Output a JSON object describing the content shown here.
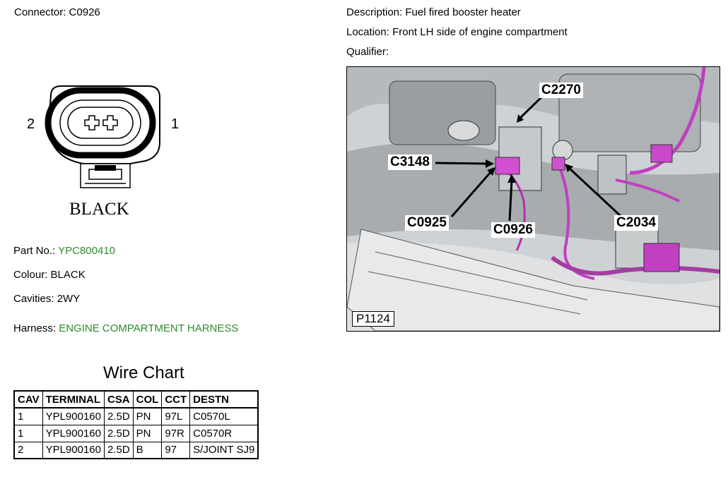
{
  "header": {
    "connector_label": "Connector:",
    "connector_value": "C0926",
    "description_label": "Description:",
    "description_value": "Fuel fired booster heater",
    "location_label": "Location:",
    "location_value": "Front LH side of engine compartment",
    "qualifier_label": "Qualifier:"
  },
  "connector": {
    "pin_left": "2",
    "pin_right": "1",
    "color_caption": "BLACK"
  },
  "details": {
    "part_label": "Part No.:",
    "part_value": "YPC800410",
    "colour_label": "Colour:",
    "colour_value": "BLACK",
    "cavities_label": "Cavities:",
    "cavities_value": "2WY",
    "harness_label": "Harness:",
    "harness_value": "ENGINE COMPARTMENT HARNESS"
  },
  "photo": {
    "callouts": [
      "C2270",
      "C3148",
      "C0925",
      "C0926",
      "C2034"
    ],
    "image_id": "P1124"
  },
  "wire_chart": {
    "title": "Wire Chart",
    "headers": [
      "CAV",
      "TERMINAL",
      "CSA",
      "COL",
      "CCT",
      "DESTN"
    ],
    "rows": [
      [
        "1",
        "YPL900160",
        "2.5D",
        "PN",
        "97L",
        "C0570L"
      ],
      [
        "1",
        "YPL900160",
        "2.5D",
        "PN",
        "97R",
        "C0570R"
      ],
      [
        "2",
        "YPL900160",
        "2.5D",
        "B",
        "97",
        "S/JOINT SJ9"
      ]
    ]
  },
  "colors": {
    "link_green": "#2e8b2e",
    "harness_magenta": "#c040c0"
  }
}
